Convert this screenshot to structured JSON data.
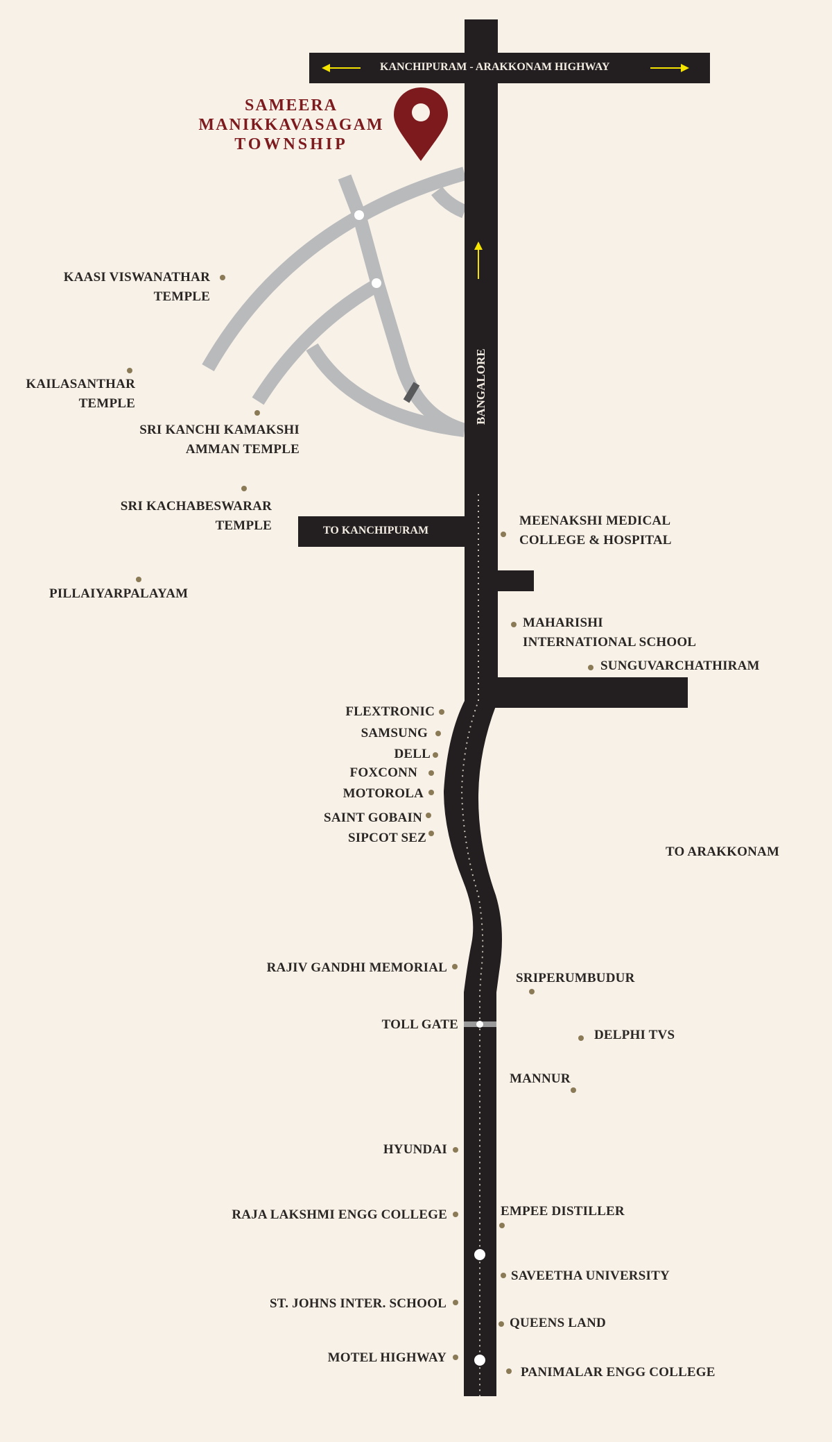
{
  "project": {
    "title_lines": [
      "SAMEERA",
      "MANIKKAVASAGAM",
      "TOWNSHIP"
    ],
    "pin_icon": "location-pin-icon",
    "brand_color": "#7c1a1e"
  },
  "colors": {
    "background": "#f8f1e8",
    "road": "#231f20",
    "minor_road": "#b9babc",
    "landmark_dot": "#8a7a56",
    "arrow": "#f5e400",
    "label_text": "#2a2624",
    "road_label_text": "#f3ece2"
  },
  "roads": {
    "highway": {
      "label": "KANCHIPURAM - ARAKKONAM HIGHWAY",
      "arrows": [
        "arrow-left-icon",
        "arrow-right-icon"
      ]
    },
    "main_road_label": "BANGALORE",
    "to_kanchipuram": "TO KANCHIPURAM",
    "to_arakkonam": "TO ARAKKONAM",
    "toll_gate": "TOLL GATE"
  },
  "landmarks_left": [
    {
      "lines": [
        "KAASI VISWANATHAR",
        "TEMPLE"
      ]
    },
    {
      "lines": [
        "KAILASANTHAR",
        "TEMPLE"
      ]
    },
    {
      "lines": [
        "SRI KANCHI KAMAKSHI",
        "AMMAN TEMPLE"
      ]
    },
    {
      "lines": [
        "SRI KACHABESWARAR",
        "TEMPLE"
      ]
    },
    {
      "lines": [
        "PILLAIYARPALAYAM"
      ]
    },
    {
      "lines": [
        "FLEXTRONIC"
      ]
    },
    {
      "lines": [
        "SAMSUNG"
      ]
    },
    {
      "lines": [
        "DELL"
      ]
    },
    {
      "lines": [
        "FOXCONN"
      ]
    },
    {
      "lines": [
        "MOTOROLA"
      ]
    },
    {
      "lines": [
        "SAINT GOBAIN"
      ]
    },
    {
      "lines": [
        "SIPCOT SEZ"
      ]
    },
    {
      "lines": [
        "RAJIV GANDHI MEMORIAL"
      ]
    },
    {
      "lines": [
        "HYUNDAI"
      ]
    },
    {
      "lines": [
        "RAJA LAKSHMI ENGG COLLEGE"
      ]
    },
    {
      "lines": [
        "ST. JOHNS INTER. SCHOOL"
      ]
    },
    {
      "lines": [
        "MOTEL HIGHWAY"
      ]
    }
  ],
  "landmarks_right": [
    {
      "lines": [
        "MEENAKSHI MEDICAL",
        "COLLEGE & HOSPITAL"
      ]
    },
    {
      "lines": [
        "MAHARISHI",
        "INTERNATIONAL SCHOOL"
      ]
    },
    {
      "lines": [
        "SUNGUVARCHATHIRAM"
      ]
    },
    {
      "lines": [
        "SRIPERUMBUDUR"
      ]
    },
    {
      "lines": [
        "DELPHI TVS"
      ]
    },
    {
      "lines": [
        "MANNUR"
      ]
    },
    {
      "lines": [
        "EMPEE DISTILLER"
      ]
    },
    {
      "lines": [
        "SAVEETHA UNIVERSITY"
      ]
    },
    {
      "lines": [
        "QUEENS LAND"
      ]
    },
    {
      "lines": [
        "PANIMALAR ENGG COLLEGE"
      ]
    }
  ]
}
